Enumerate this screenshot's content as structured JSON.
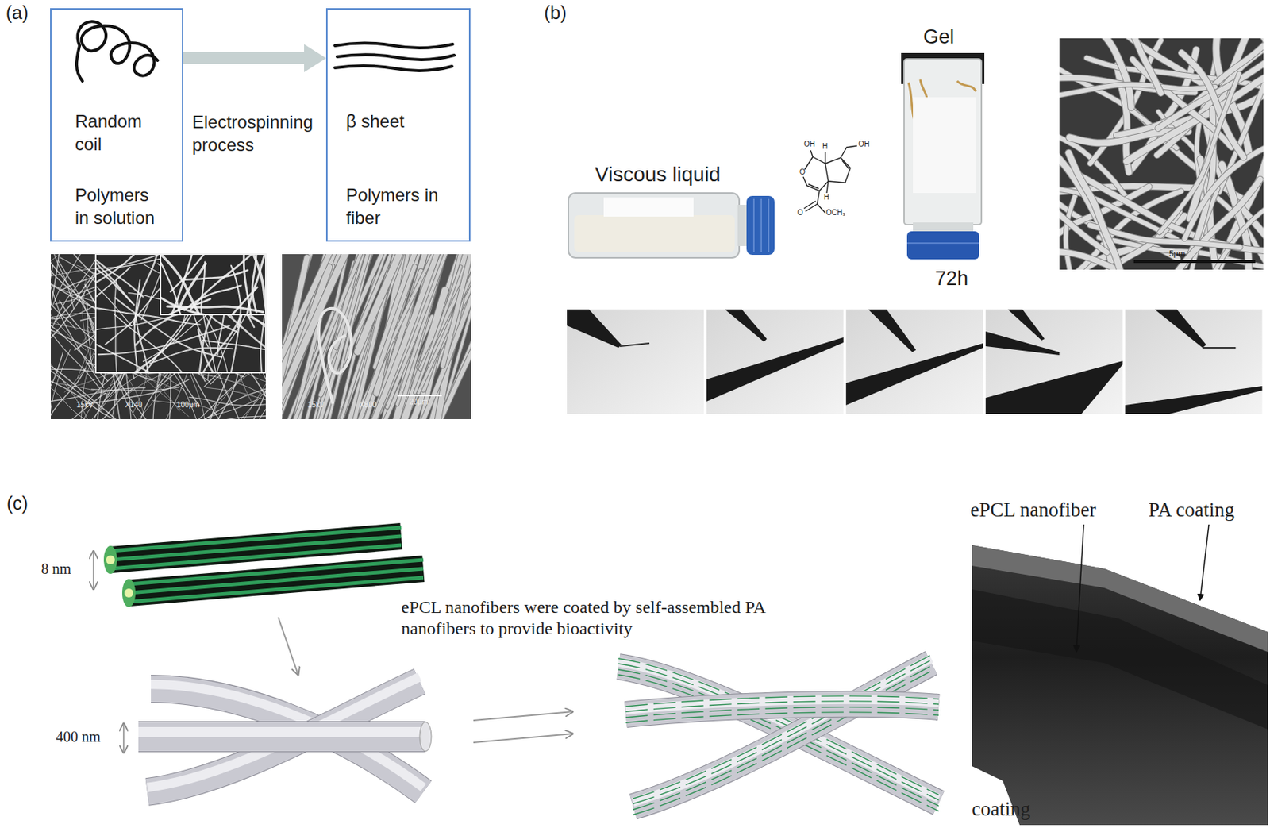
{
  "diagram": {
    "nodes": [
      {
        "text": [
          "Random coil",
          "Polymers in solution"
        ]
      },
      {
        "text": [
          "β sheet",
          "Polymers in fiber"
        ]
      }
    ],
    "edges": [
      {
        "from": 0,
        "to": 1,
        "arrow": "to",
        "label": "Electrospinning process"
      }
    ],
    "labels": [
      "(a)",
      "15kV",
      "X140",
      "100μm",
      "15kV",
      "X800",
      "20μm",
      "(b)",
      "Viscous liquid",
      "OH",
      "H",
      "OH",
      "O",
      "H",
      "O",
      "OCH₃",
      "Gel",
      "72h",
      "5μm",
      "(c)",
      "8 nm",
      "400 nm",
      "ePCL nanofibers were coated by self-assembled PA nanofibers to provide bioactivity",
      "ePCL nanofiber",
      "PA coating",
      "coating"
    ]
  }
}
